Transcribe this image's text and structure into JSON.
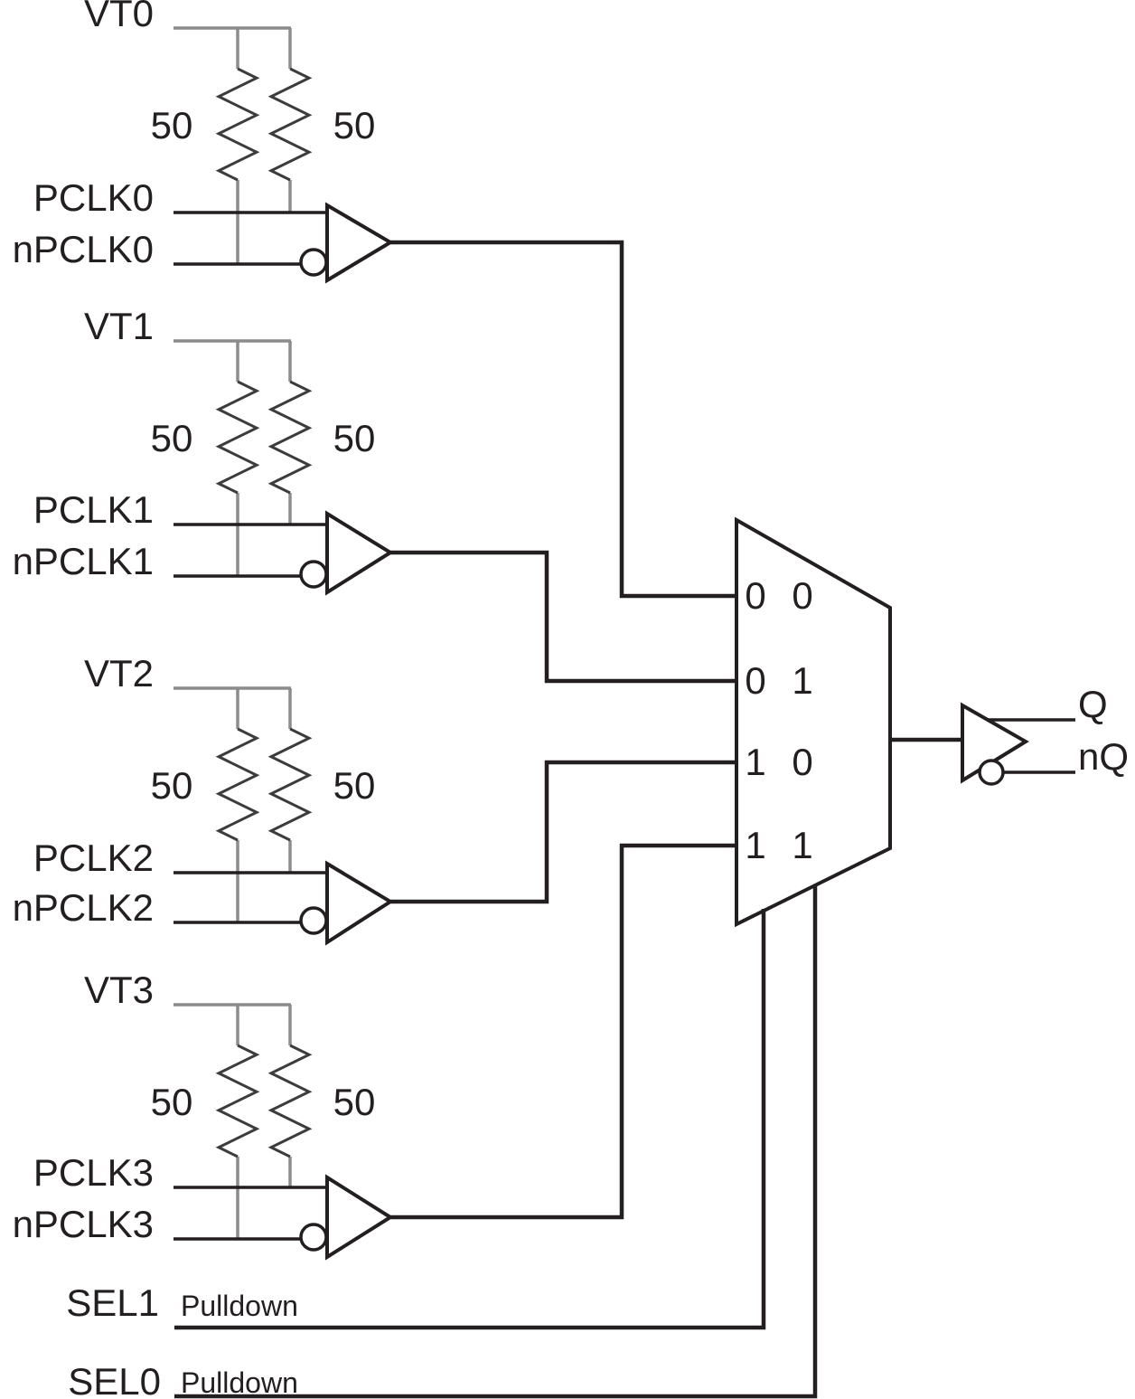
{
  "stages": [
    {
      "vt": "VT0",
      "left_r": "50",
      "right_r": "50",
      "pclk": "PCLK0",
      "npclk": "nPCLK0"
    },
    {
      "vt": "VT1",
      "left_r": "50",
      "right_r": "50",
      "pclk": "PCLK1",
      "npclk": "nPCLK1"
    },
    {
      "vt": "VT2",
      "left_r": "50",
      "right_r": "50",
      "pclk": "PCLK2",
      "npclk": "nPCLK2"
    },
    {
      "vt": "VT3",
      "left_r": "50",
      "right_r": "50",
      "pclk": "PCLK3",
      "npclk": "nPCLK3"
    }
  ],
  "mux": {
    "select_rows": [
      [
        "0",
        "0"
      ],
      [
        "0",
        "1"
      ],
      [
        "1",
        "0"
      ],
      [
        "1",
        "1"
      ]
    ]
  },
  "selects": [
    {
      "label": "SEL1",
      "note": "Pulldown"
    },
    {
      "label": "SEL0",
      "note": "Pulldown"
    }
  ],
  "outputs": {
    "true_out": "Q",
    "complement_out": "nQ"
  },
  "colors": {
    "line": "#231f20",
    "secondary_line": "#8c8c8c",
    "resistor_line": "#3c3c3c",
    "background": "#ffffff"
  }
}
